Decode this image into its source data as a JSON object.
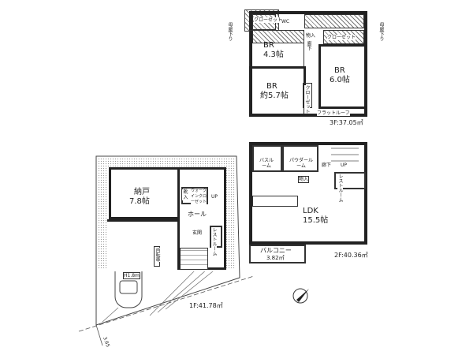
{
  "floor3": {
    "eave_left": "母屋下り",
    "eave_right": "母屋下り",
    "closet_top": "クローゼット",
    "wc": "WC",
    "storage": "物入",
    "closet_right": "クローゼット",
    "br1_name": "BR",
    "br1_size": "4.3帖",
    "hall": "廊下",
    "br2_name": "BR",
    "br2_size": "約5.7帖",
    "closet_mid": "クローゼット",
    "br3_name": "BR",
    "br3_size": "6.0帖",
    "flat_roof": "フラットルーフ",
    "area": "3F:37.05㎡"
  },
  "floor2": {
    "bath": "バスルーム",
    "powder": "パウダールーム",
    "hall": "廊下",
    "up": "UP",
    "storage": "物入",
    "toilet": "レストルーム",
    "ldk_name": "LDK",
    "ldk_size": "15.5帖",
    "balcony": "バルコニー",
    "balcony_area": "3.82㎡",
    "area": "2F:40.36㎡"
  },
  "floor1": {
    "storage_name": "納戸",
    "storage_size": "7.8帖",
    "shoe": "靴入",
    "walkin": "ウォークインクローゼット",
    "up": "UP",
    "hall": "ホール",
    "toilet": "レストルーム",
    "entrance": "玄関",
    "bike": "自転車",
    "garage_height": "H1.8m",
    "area": "1F:41.78㎡",
    "road_width": "3.65"
  }
}
